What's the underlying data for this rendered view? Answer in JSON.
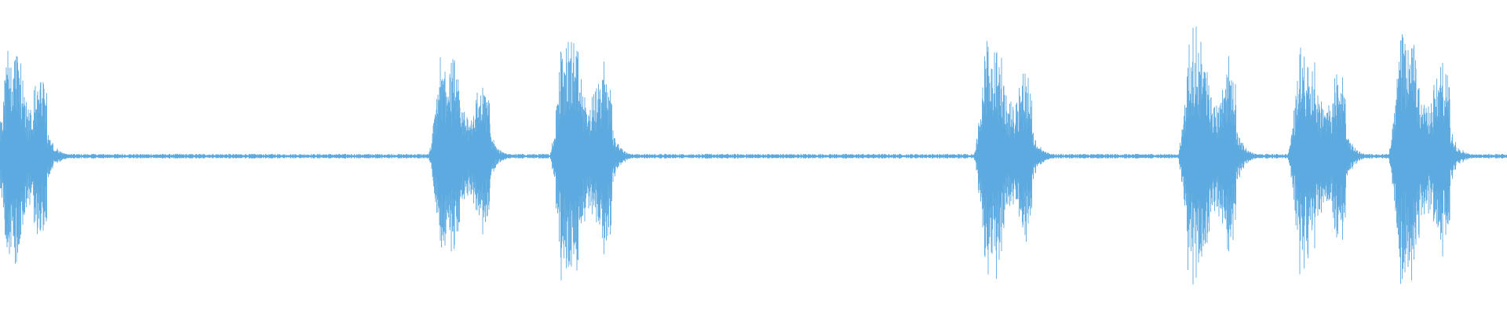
{
  "waveform": {
    "color": "#5DAAE0",
    "background": "#FFFFFF",
    "bursts": [
      {
        "id": 1,
        "peak_amplitude": 0.92,
        "decay": "gradual"
      },
      {
        "id": 2,
        "peak_amplitude": 0.78,
        "decay": "gradual"
      },
      {
        "id": 3,
        "peak_amplitude": 0.97,
        "decay": "gradual"
      },
      {
        "id": 4,
        "peak_amplitude": 0.93,
        "decay": "gradual"
      },
      {
        "id": 5,
        "peak_amplitude": 1.0,
        "decay": "gradual"
      },
      {
        "id": 6,
        "peak_amplitude": 0.9,
        "decay": "gradual"
      },
      {
        "id": 7,
        "peak_amplitude": 0.98,
        "decay": "gradual"
      }
    ],
    "noise_floor_amplitude": 0.02
  }
}
